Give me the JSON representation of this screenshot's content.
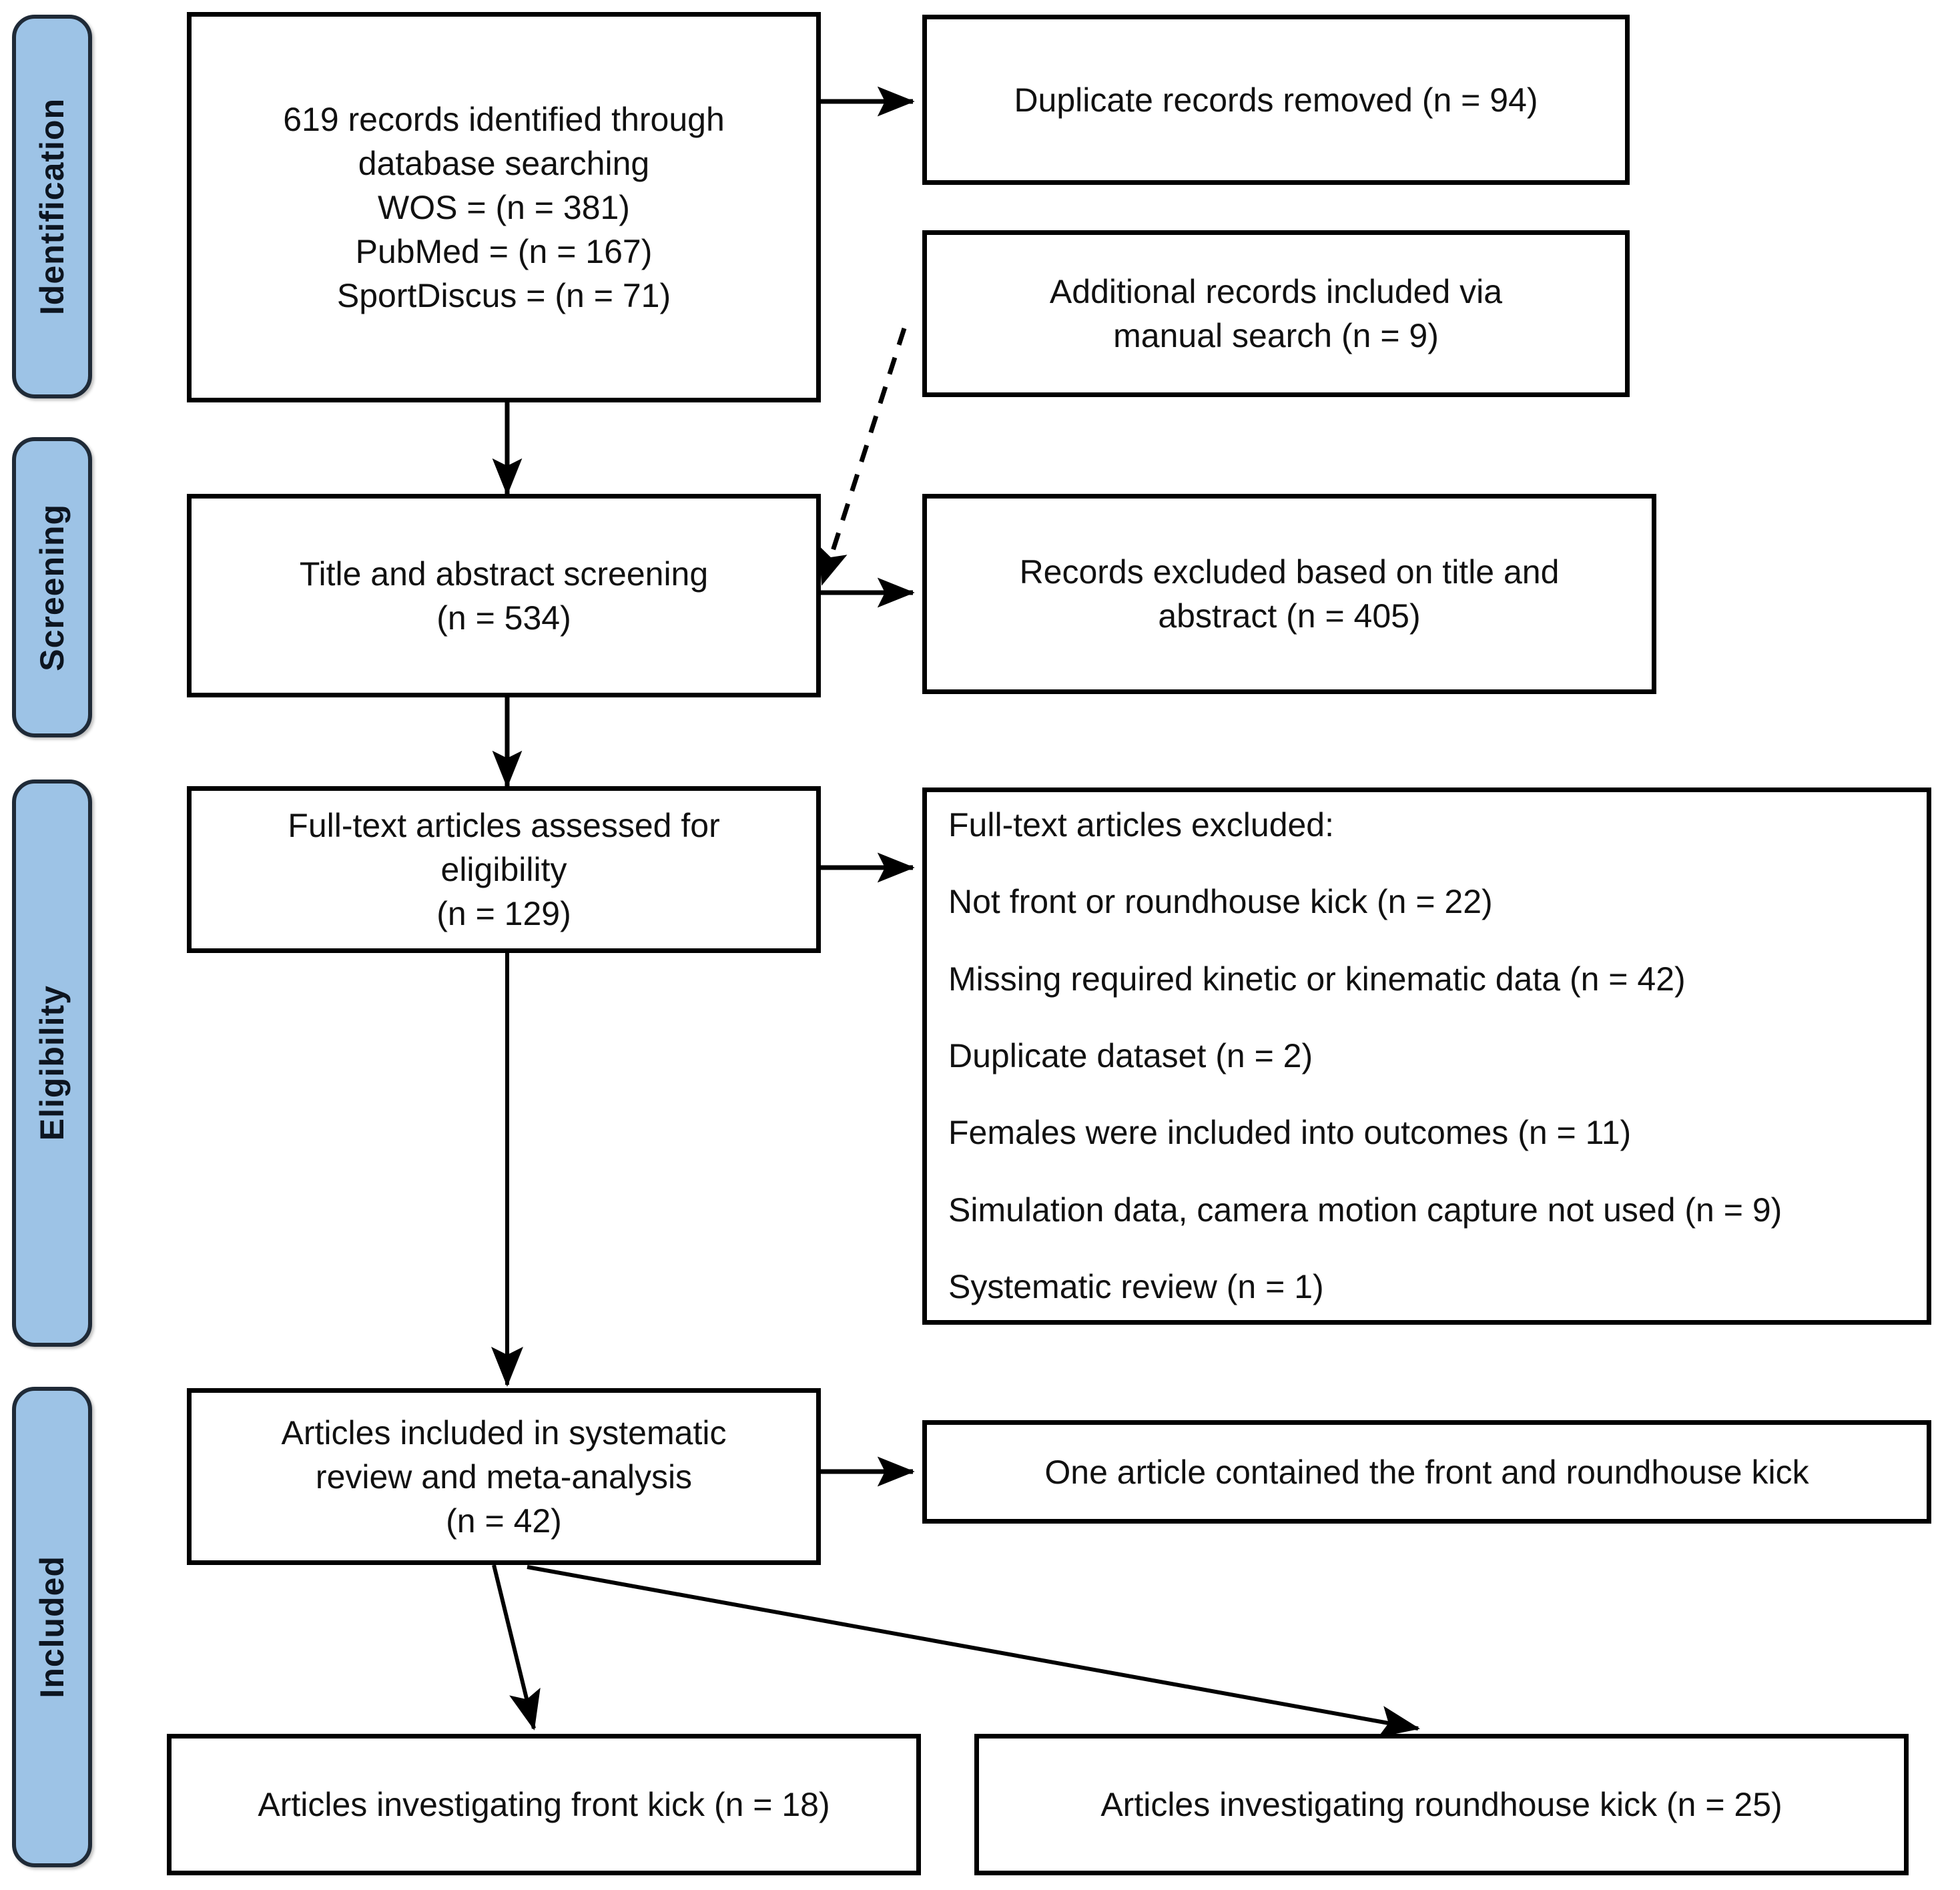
{
  "diagram": {
    "title": "PRISMA flow diagram",
    "accent_color": "#9dc3e6",
    "border_color": "#000000",
    "background": "#ffffff"
  },
  "stages": [
    {
      "label": "Identification"
    },
    {
      "label": "Screening"
    },
    {
      "label": "Eligibility"
    },
    {
      "label": "Included"
    }
  ],
  "boxes": {
    "identified": "619 records identified through\ndatabase searching\nWOS = (n = 381)\nPubMed = (n = 167)\nSportDiscus = (n = 71)",
    "duplicates_removed": "Duplicate records removed  (n = 94)",
    "additional_records": "Additional records included via\nmanual search (n = 9)",
    "title_abstract_screening": "Title and abstract screening\n(n = 534)",
    "records_excluded": "Records excluded based on title and\nabstract (n = 405)",
    "fulltext_assessed": "Full-text articles assessed for\neligibility\n(n = 129)",
    "included_systematic": "Articles included in systematic\nreview  and meta-analysis\n(n = 42)",
    "one_article_note": "One article contained the front  and roundhouse kick",
    "front_kick": "Articles investigating  front kick (n = 18)",
    "roundhouse_kick": "Articles investigating  roundhouse kick (n = 25)"
  },
  "exclusions": {
    "heading": "Full-text articles excluded:",
    "items": [
      "Not front or roundhouse  kick (n = 22)",
      "Missing required  kinetic or kinematic data (n = 42)",
      "Duplicate dataset (n = 2)",
      "Females were included into outcomes (n = 11)",
      "Simulation data, camera motion capture not used (n = 9)",
      "Systematic review  (n = 1)"
    ]
  },
  "chart_data": {
    "type": "table",
    "title": "PRISMA flow counts",
    "categories": [
      "Records identified (database searching)",
      "WOS",
      "PubMed",
      "SportDiscus",
      "Duplicate records removed",
      "Additional records via manual search",
      "Title and abstract screening",
      "Records excluded on title and abstract",
      "Full-text articles assessed for eligibility",
      "Excluded: Not front or roundhouse kick",
      "Excluded: Missing required kinetic or kinematic data",
      "Excluded: Duplicate dataset",
      "Excluded: Females were included into outcomes",
      "Excluded: Simulation data, camera motion capture not used",
      "Excluded: Systematic review",
      "Articles included in systematic review and meta-analysis",
      "Articles investigating front kick",
      "Articles investigating roundhouse kick"
    ],
    "values": [
      619,
      381,
      167,
      71,
      94,
      9,
      534,
      405,
      129,
      22,
      42,
      2,
      11,
      9,
      1,
      42,
      18,
      25
    ]
  }
}
